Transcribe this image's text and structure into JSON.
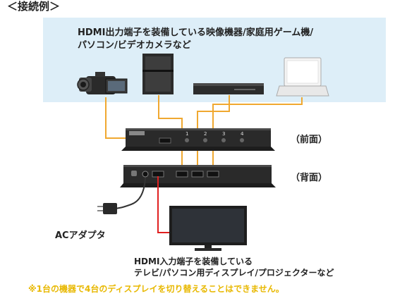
{
  "title": "＜接続例＞",
  "sources": {
    "line1": "HDMI出力端子を装備している映像機器/家庭用ゲーム機/",
    "line2": "パソコン/ビデオカメラなど"
  },
  "switcher": {
    "front_label": "（前面）",
    "rear_label": "（背面）",
    "port_numbers": [
      "1",
      "2",
      "3",
      "4"
    ]
  },
  "adapter_label": "ACアダプタ",
  "display": {
    "line1": "HDMI入力端子を装備している",
    "line2": "テレビ/パソコン用ディスプレイ/プロジェクターなど"
  },
  "note": "※1台の機器で4台のディスプレイを切り替えることはできません。",
  "colors": {
    "input_cable": "#f0a830",
    "output_cable": "#e02020",
    "source_panel_bg": "#ddeef8",
    "note_text": "#e8b800"
  },
  "icons": [
    "camcorder-icon",
    "game-console-icon",
    "media-player-icon",
    "laptop-icon",
    "ac-adapter-icon",
    "tv-icon"
  ]
}
